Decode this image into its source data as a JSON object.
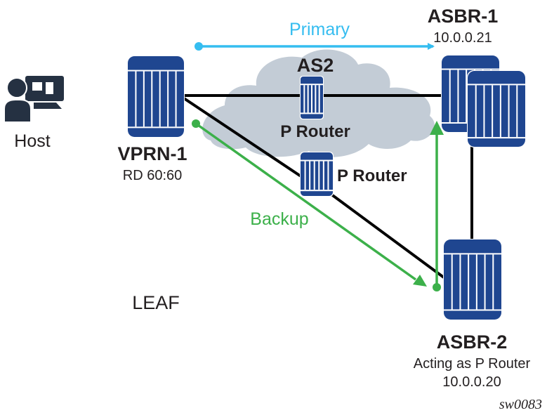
{
  "title": "VPRN-1 primary and backup paths via ASBR-1 and ASBR-2",
  "colors": {
    "router_blue": "#1f4690",
    "cloud_gray": "#c3ccd6",
    "host_dark": "#253142",
    "primary_path": "#35bdf0",
    "backup_path": "#3cb04a",
    "link_black": "#000000",
    "text": "#231f20"
  },
  "host": {
    "icon": "host-user-screen-icon",
    "label": "Host"
  },
  "cloud": {
    "label": "AS2"
  },
  "nodes": {
    "vprn1": {
      "icon": "router-icon",
      "name": "VPRN-1",
      "detail": "RD 60:60"
    },
    "p_router_cloud": {
      "icon": "router-icon",
      "name": "P Router"
    },
    "p_router_lower": {
      "icon": "router-icon",
      "name": "P Router"
    },
    "asbr1": {
      "icon": "router-stack-icon",
      "name": "ASBR-1",
      "ip": "10.0.0.21"
    },
    "asbr2": {
      "icon": "router-icon",
      "name": "ASBR-2",
      "role": "Acting as P Router",
      "ip": "10.0.0.20"
    }
  },
  "paths": {
    "primary": {
      "label": "Primary",
      "from": "VPRN-1",
      "to": "ASBR-1"
    },
    "backup": {
      "label": "Backup",
      "from": "VPRN-1",
      "via": "ASBR-2",
      "to": "ASBR-1"
    }
  },
  "links": [
    {
      "from": "VPRN-1",
      "to": "ASBR-1",
      "via": "P Router (AS2)"
    },
    {
      "from": "VPRN-1",
      "to": "ASBR-2",
      "via": "P Router"
    },
    {
      "from": "ASBR-1",
      "to": "ASBR-2"
    }
  ],
  "zone_label": "LEAF",
  "figure_id": "sw0083"
}
